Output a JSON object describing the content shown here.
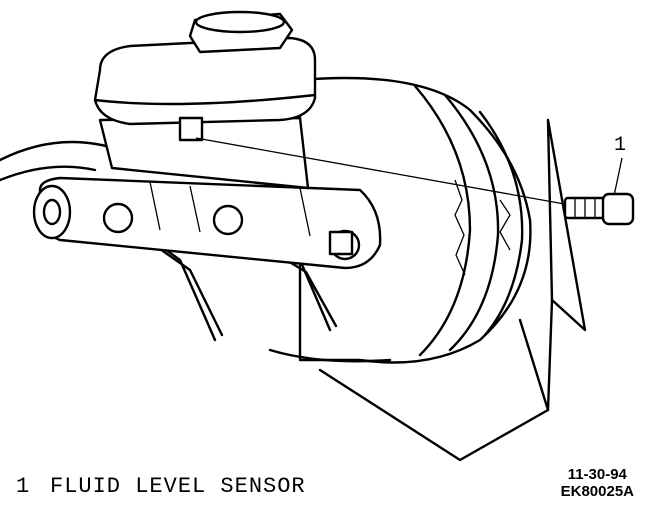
{
  "diagram": {
    "callouts": [
      {
        "number": "1",
        "label": "FLUID LEVEL SENSOR"
      }
    ],
    "stamp": {
      "date": "11-30-94",
      "figure_id": "EK80025A"
    }
  }
}
